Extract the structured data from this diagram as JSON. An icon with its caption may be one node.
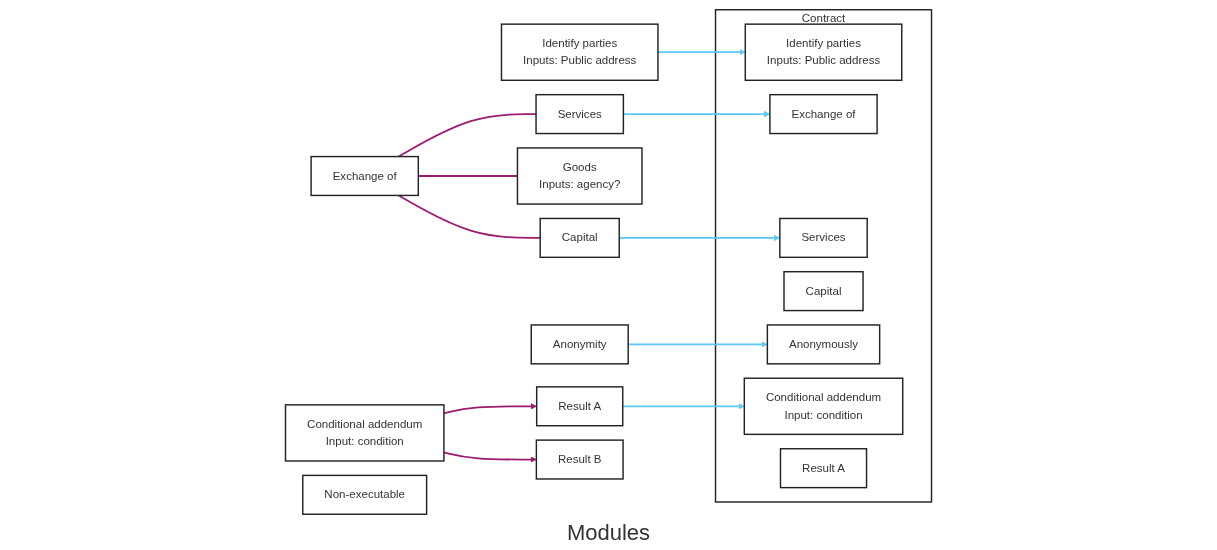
{
  "diagram": {
    "nodes": [
      {
        "text": [
          "Identify parties",
          "Inputs: Public address"
        ]
      },
      {
        "text": [
          "Exchange of"
        ]
      },
      {
        "text": [
          "Anonymity"
        ]
      },
      {
        "text": [
          "Conditional addendum",
          "Input: condition"
        ]
      },
      {
        "text": [
          "Non-executable"
        ]
      },
      {
        "text": [
          "Goods",
          "Inputs: agency?"
        ]
      },
      {
        "text": [
          "Services"
        ]
      },
      {
        "text": [
          "Capital"
        ]
      },
      {
        "text": [
          "Result A"
        ]
      },
      {
        "text": [
          "Result B"
        ]
      },
      {
        "text": [
          "Contract"
        ]
      },
      {
        "text": [
          "Identify parties",
          "Inputs: Public address"
        ],
        "in": 10
      },
      {
        "text": [
          "Exchange of"
        ],
        "in": 10
      },
      {
        "text": [
          "Services"
        ],
        "in": 10
      },
      {
        "text": [
          "Capital"
        ],
        "in": 10
      },
      {
        "text": [
          "Anonymously"
        ],
        "in": 10
      },
      {
        "text": [
          "Conditional addendum",
          "Input: condition"
        ],
        "in": 10
      },
      {
        "text": [
          "Result A"
        ],
        "in": 10
      }
    ],
    "edges": [
      {
        "from": 1,
        "to": 5,
        "arrow": "none",
        "color": "#9b1b6e"
      },
      {
        "from": 1,
        "to": 6,
        "arrow": "none",
        "color": "#9b1b6e"
      },
      {
        "from": 1,
        "to": 7,
        "arrow": "none",
        "color": "#9b1b6e"
      },
      {
        "from": 3,
        "to": 8,
        "arrow": "to",
        "color": "#9b1b6e"
      },
      {
        "from": 3,
        "to": 9,
        "arrow": "to",
        "color": "#9b1b6e"
      },
      {
        "from": 0,
        "to": 11,
        "arrow": "to",
        "color": "#5bc8f5"
      },
      {
        "from": 6,
        "to": 12,
        "arrow": "to",
        "color": "#5bc8f5"
      },
      {
        "from": 7,
        "to": 13,
        "arrow": "to",
        "color": "#5bc8f5"
      },
      {
        "from": 2,
        "to": 15,
        "arrow": "to",
        "color": "#5bc8f5"
      },
      {
        "from": 8,
        "to": 16,
        "arrow": "to",
        "color": "#5bc8f5"
      }
    ],
    "labels": [
      "Modules"
    ]
  }
}
